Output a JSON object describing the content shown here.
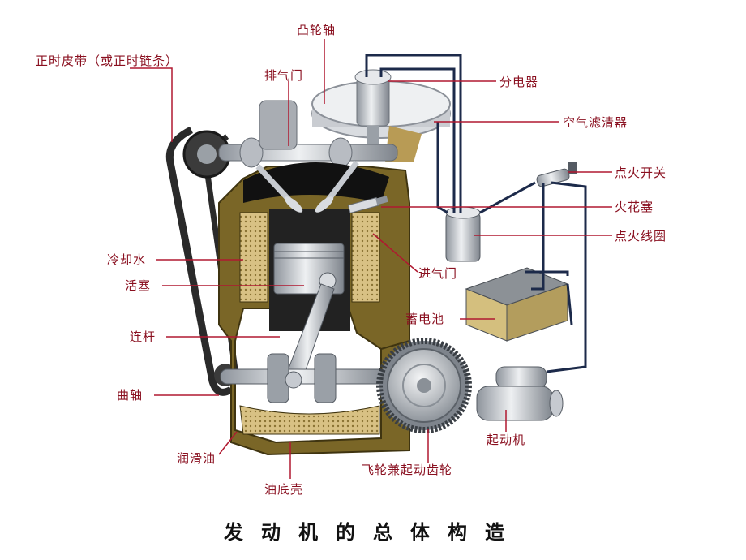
{
  "caption": "发动机的总体构造",
  "labels": {
    "camshaft": "凸轮轴",
    "timing_belt": "正时皮带（或正时链条）",
    "exhaust_valve": "排气门",
    "distributor": "分电器",
    "air_filter": "空气滤清器",
    "ignition_switch": "点火开关",
    "spark_plug": "火花塞",
    "ignition_coil": "点火线圈",
    "coolant": "冷却水",
    "piston": "活塞",
    "intake_valve": "进气门",
    "battery": "蓄电池",
    "connecting_rod": "连杆",
    "crankshaft": "曲轴",
    "starter_motor": "起动机",
    "lubricating_oil": "润滑油",
    "oil_pan": "油底壳",
    "flywheel_gear": "飞轮兼起动齿轮"
  },
  "colors": {
    "label_text": "#8a1020",
    "leader_line": "#b01830",
    "engine_block": "#6b5a22",
    "block_fill": "#c8b06a",
    "steel": "#c9cdd3",
    "wire": "#1c2a4a"
  }
}
